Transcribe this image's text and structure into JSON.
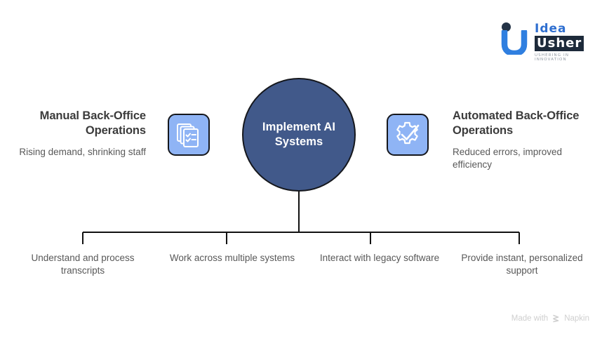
{
  "logo": {
    "name": "Idea Usher",
    "word_idea": "Idea",
    "word_usher": "Usher",
    "tagline": "USHERING IN INNOVATION",
    "mark_color": "#2f6fd0",
    "bar_color": "#1d2a3a"
  },
  "center": {
    "label": "Implement AI Systems",
    "fill": "#41598a",
    "stroke": "#15171c",
    "text_color": "#ffffff"
  },
  "icons": {
    "left": {
      "name": "checklist-documents-icon",
      "tile_fill": "#8fb4f5"
    },
    "right": {
      "name": "gear-check-icon",
      "tile_fill": "#8fb4f5"
    }
  },
  "sides": [
    {
      "id": "left",
      "title": "Manual Back-Office Operations",
      "subtitle": "Rising demand, shrinking staff"
    },
    {
      "id": "right",
      "title": "Automated Back-Office Operations",
      "subtitle": "Reduced errors, improved efficiency"
    }
  ],
  "branches": [
    "Understand and process transcripts",
    "Work across multiple systems",
    "Interact with legacy software",
    "Provide instant, personalized support"
  ],
  "watermark": {
    "text": "Made with",
    "brand": "Napkin"
  },
  "colors": {
    "background": "#ffffff",
    "line": "#111111",
    "heading_text": "#3b3b3b",
    "body_text": "#585858",
    "watermark_text": "#cfcfcf"
  }
}
